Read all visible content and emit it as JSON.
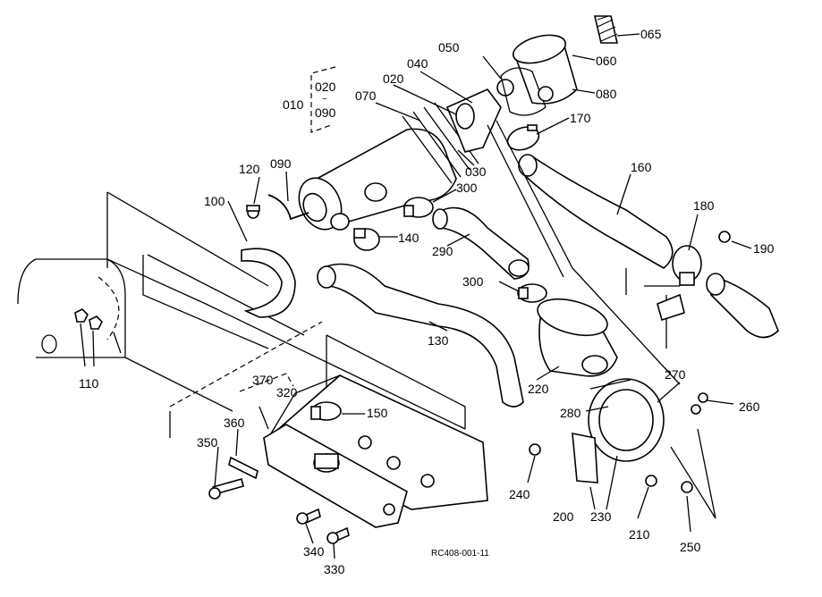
{
  "callouts": {
    "c010": "010",
    "c020a": "020",
    "c020b": "020",
    "c030": "030",
    "c040": "040",
    "c050": "050",
    "c060": "060",
    "c065": "065",
    "c070": "070",
    "c080": "080",
    "c090a": "090",
    "c090b": "090",
    "c100": "100",
    "c110": "110",
    "c120": "120",
    "c130": "130",
    "c140": "140",
    "c150": "150",
    "c160": "160",
    "c170": "170",
    "c180": "180",
    "c190": "190",
    "c200": "200",
    "c210": "210",
    "c220": "220",
    "c230": "230",
    "c240": "240",
    "c250": "250",
    "c260": "260",
    "c270": "270",
    "c280": "280",
    "c290": "290",
    "c300a": "300",
    "c300b": "300",
    "c320": "320",
    "c330": "330",
    "c340": "340",
    "c350": "350",
    "c360": "360",
    "c370": "370"
  },
  "drawing_code": "RC408-001-11"
}
